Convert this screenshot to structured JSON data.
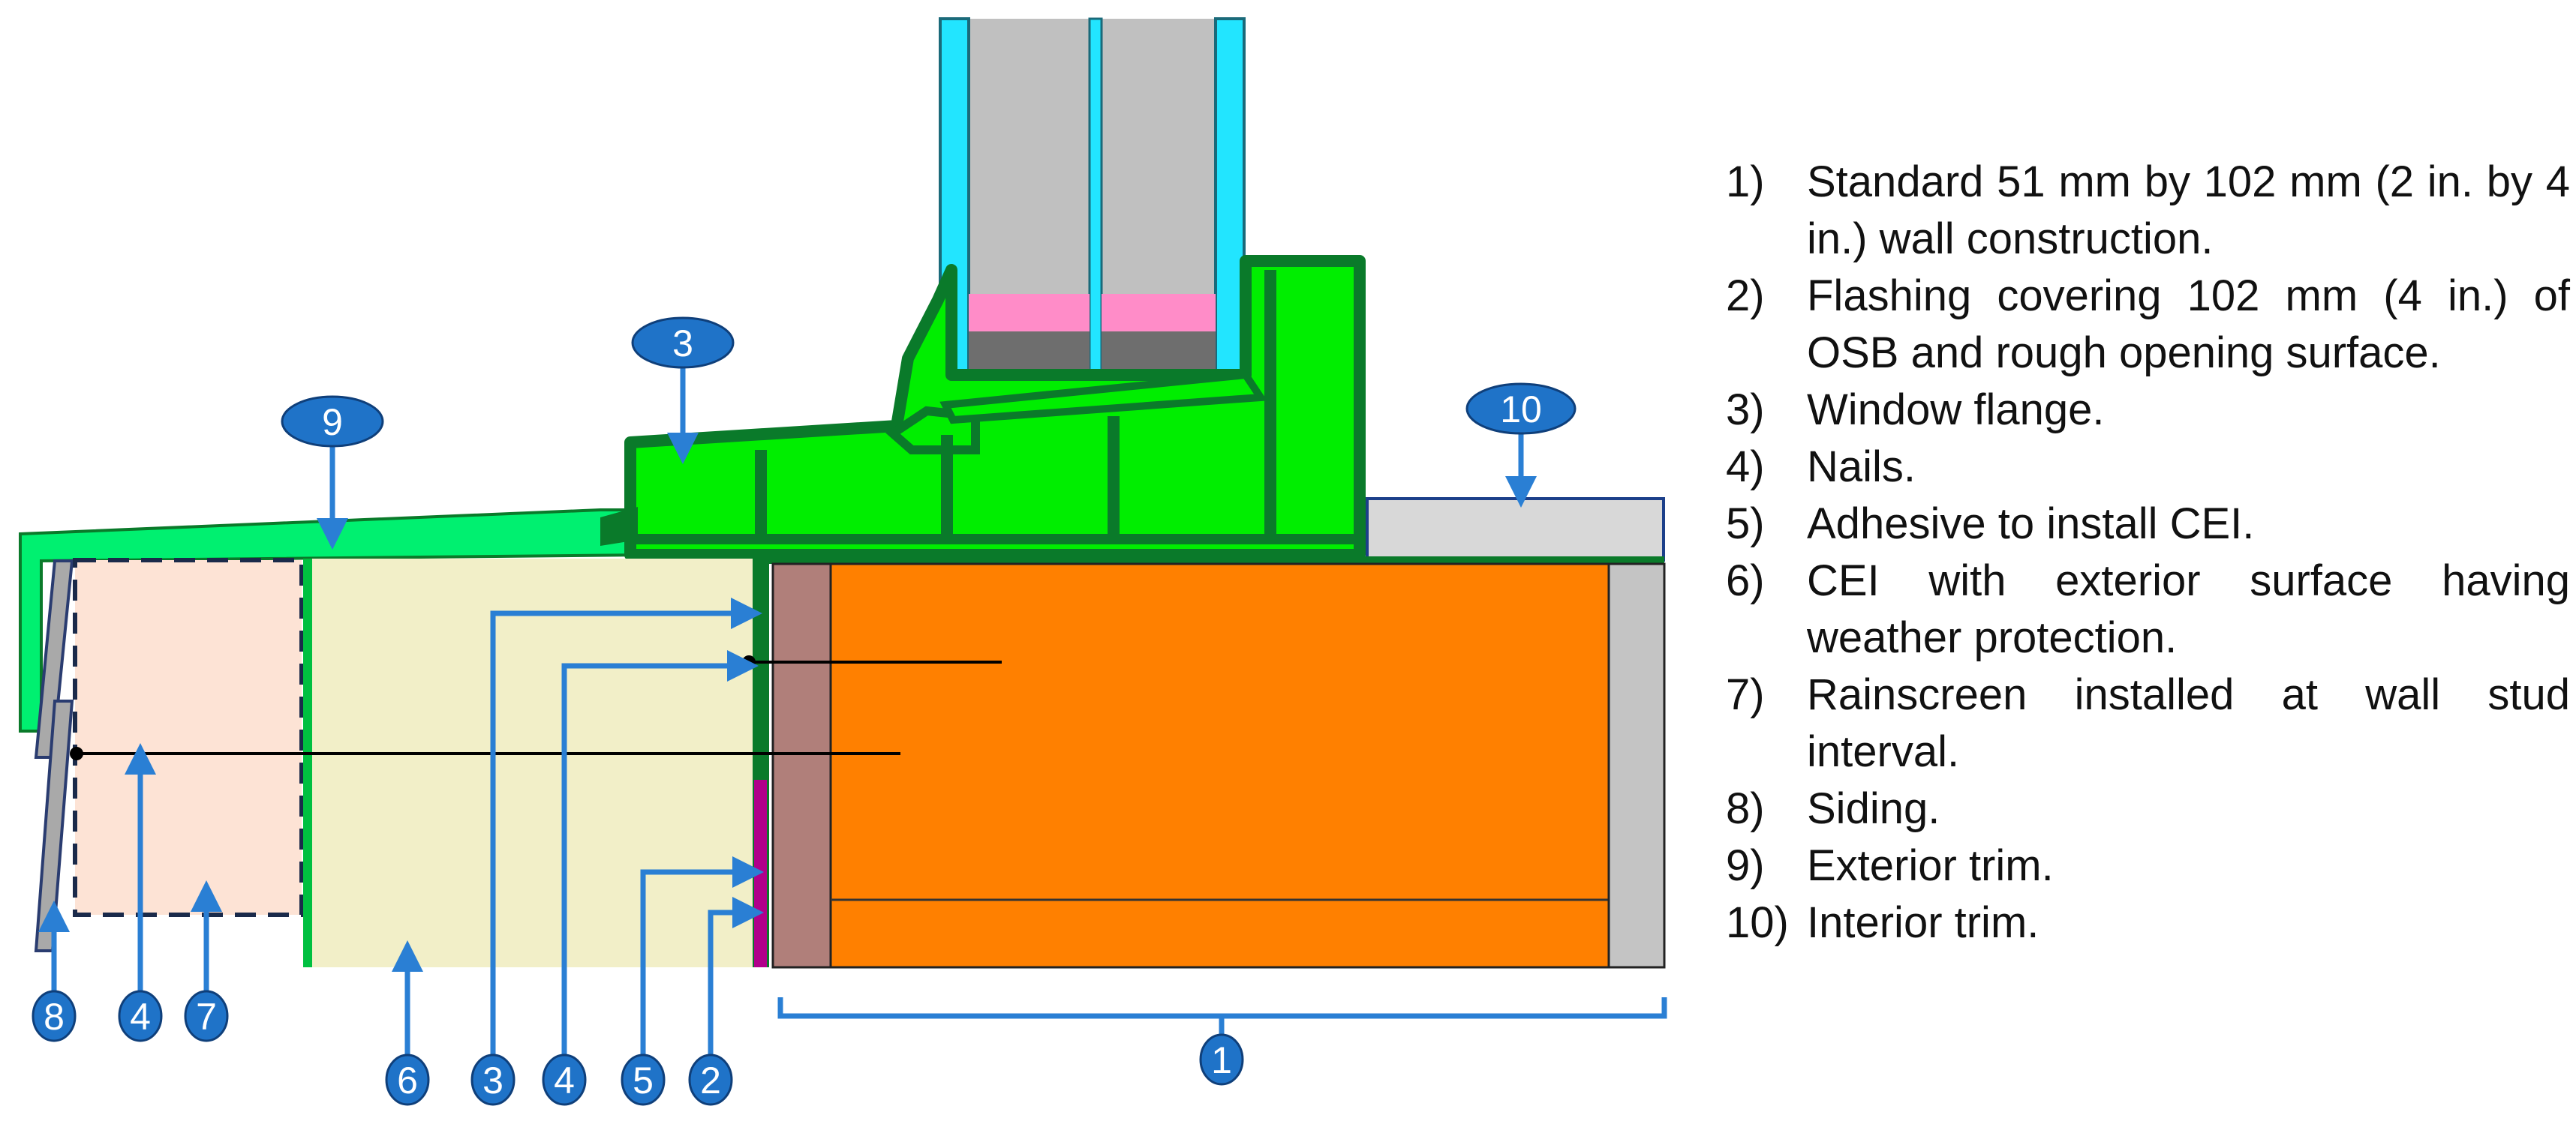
{
  "callouts": {
    "c1": "1",
    "c2": "2",
    "c3_top": "3",
    "c3_bottom": "3",
    "c4_left": "4",
    "c4_mid": "4",
    "c5": "5",
    "c6": "6",
    "c7": "7",
    "c8": "8",
    "c9": "9",
    "c10": "10"
  },
  "legend": {
    "items": [
      {
        "num": "1)",
        "text": "Standard 51 mm by 102 mm (2 in. by 4 in.) wall construction."
      },
      {
        "num": "2)",
        "text": "Flashing covering 102 mm (4 in.) of OSB and rough opening surface."
      },
      {
        "num": "3)",
        "text": "Window flange."
      },
      {
        "num": "4)",
        "text": "Nails."
      },
      {
        "num": "5)",
        "text": "Adhesive to install CEI."
      },
      {
        "num": "6)",
        "text": "CEI with exterior surface having weather protection."
      },
      {
        "num": "7)",
        "text": "Rainscreen installed at wall stud interval."
      },
      {
        "num": "8)",
        "text": "Siding."
      },
      {
        "num": "9)",
        "text": "Exterior trim."
      },
      {
        "num": "10)",
        "text": "Interior trim."
      }
    ]
  },
  "colors": {
    "callout_fill": "#1f73c8",
    "arrow": "#2a7fd4",
    "frame_green": "#00ee00",
    "frame_outline": "#0a7a2a",
    "stud_orange": "#ff8000",
    "cei": "#f2efc8",
    "rainscreen": "#fde3d5",
    "glass": "#c0c0c0",
    "glazing_edge": "#22e5ff",
    "spacer_pink": "#ff8cc8",
    "spacer_dark": "#6e6e6e",
    "exterior_trim": "#00f070",
    "interior_trim": "#d8d8d8",
    "osb_edge": "#b07f7a",
    "adhesive": "#b0008a"
  }
}
